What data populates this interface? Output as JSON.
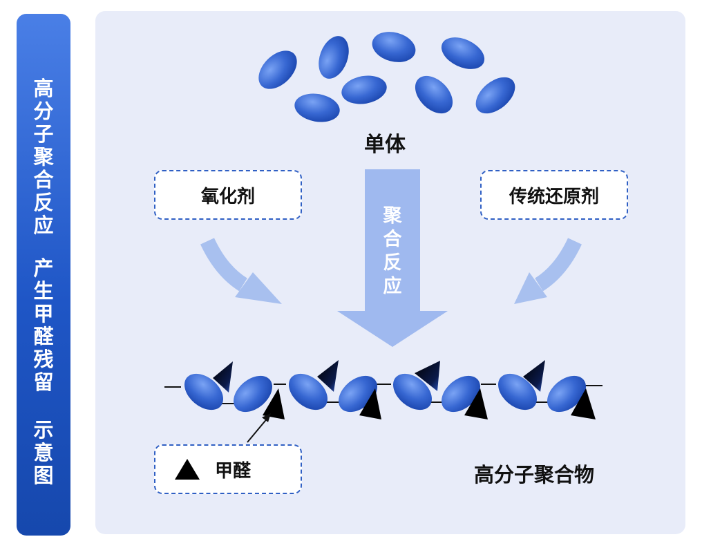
{
  "sidebar": {
    "title_chars": [
      "高",
      "分",
      "子",
      "聚",
      "合",
      "反",
      "应"
    ],
    "subtitle_chars": [
      "产",
      "生",
      "甲",
      "醛",
      "残",
      "留"
    ],
    "caption_chars": [
      "示",
      "意",
      "图"
    ]
  },
  "diagram": {
    "monomer_label": "单体",
    "oxidant_label": "氧化剂",
    "reducer_label": "传统还原剂",
    "reaction_chars": [
      "聚",
      "合",
      "反",
      "应"
    ],
    "legend_label": "甲醛",
    "polymer_label": "高分子聚合物"
  },
  "colors": {
    "panel_blue": "#1f56c6",
    "background": "#e8ecf9",
    "arrow_light": "#9fb9ef",
    "ellipse_blue": "#2f5fc4"
  }
}
